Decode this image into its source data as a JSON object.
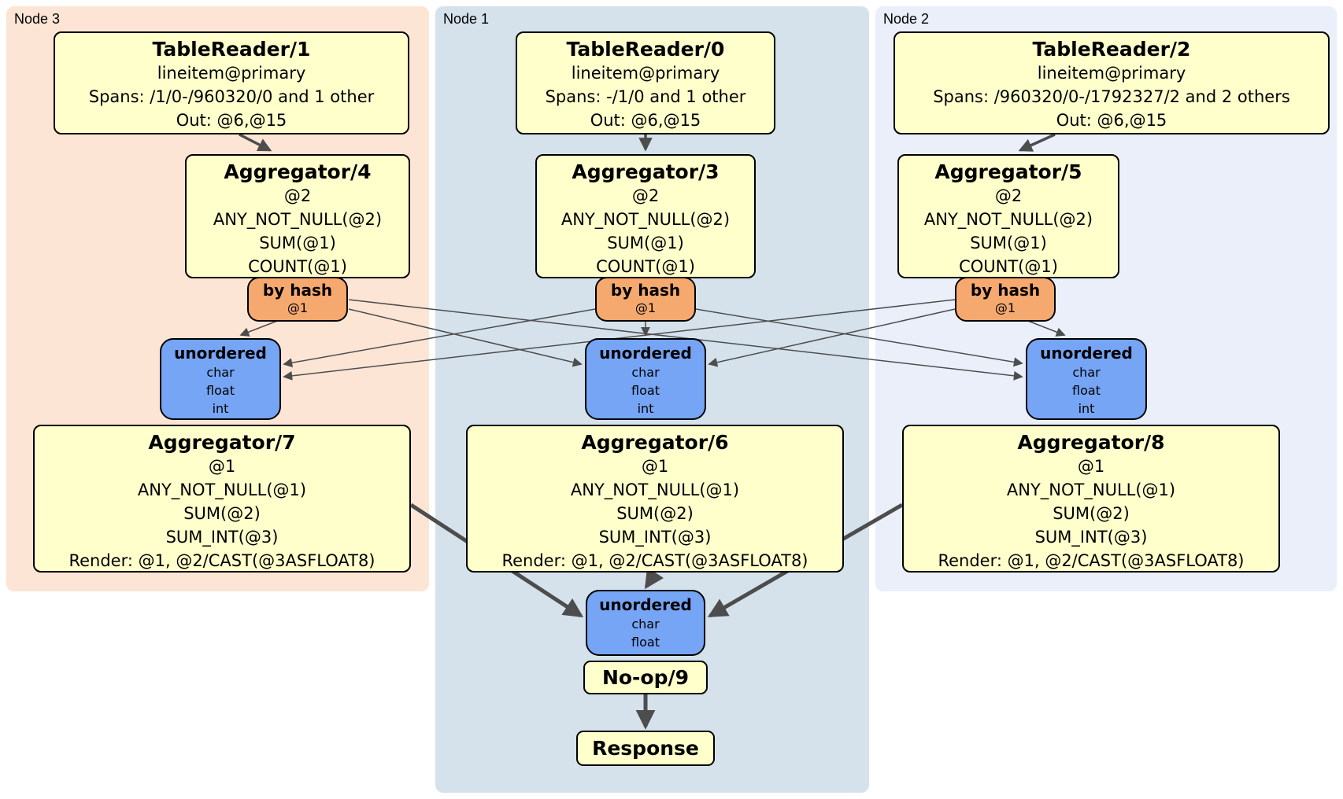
{
  "panels": [
    {
      "label": "Node 3"
    },
    {
      "label": "Node 1"
    },
    {
      "label": "Node 2"
    }
  ],
  "processors": {
    "tablereader1": {
      "title": "TableReader/1",
      "lines": [
        "lineitem@primary",
        "Spans: /1/0-/960320/0 and 1 other",
        "Out: @6,@15"
      ]
    },
    "tablereader0": {
      "title": "TableReader/0",
      "lines": [
        "lineitem@primary",
        "Spans: -/1/0 and 1 other",
        "Out: @6,@15"
      ]
    },
    "tablereader2": {
      "title": "TableReader/2",
      "lines": [
        "lineitem@primary",
        "Spans: /960320/0-/1792327/2 and 2 others",
        "Out: @6,@15"
      ]
    },
    "aggregator4": {
      "title": "Aggregator/4",
      "lines": [
        "@2",
        "ANY_NOT_NULL(@2)",
        "SUM(@1)",
        "COUNT(@1)"
      ]
    },
    "aggregator3": {
      "title": "Aggregator/3",
      "lines": [
        "@2",
        "ANY_NOT_NULL(@2)",
        "SUM(@1)",
        "COUNT(@1)"
      ]
    },
    "aggregator5": {
      "title": "Aggregator/5",
      "lines": [
        "@2",
        "ANY_NOT_NULL(@2)",
        "SUM(@1)",
        "COUNT(@1)"
      ]
    },
    "aggregator7": {
      "title": "Aggregator/7",
      "lines": [
        "@1",
        "ANY_NOT_NULL(@1)",
        "SUM(@2)",
        "SUM_INT(@3)",
        "Render: @1, @2/CAST(@3ASFLOAT8)"
      ]
    },
    "aggregator6": {
      "title": "Aggregator/6",
      "lines": [
        "@1",
        "ANY_NOT_NULL(@1)",
        "SUM(@2)",
        "SUM_INT(@3)",
        "Render: @1, @2/CAST(@3ASFLOAT8)"
      ]
    },
    "aggregator8": {
      "title": "Aggregator/8",
      "lines": [
        "@1",
        "ANY_NOT_NULL(@1)",
        "SUM(@2)",
        "SUM_INT(@3)",
        "Render: @1, @2/CAST(@3ASFLOAT8)"
      ]
    },
    "noop": {
      "title": "No-op/9"
    },
    "response": {
      "title": "Response"
    }
  },
  "routers": {
    "byhash3": {
      "title": "by hash",
      "lines": [
        "@1"
      ]
    },
    "byhash1": {
      "title": "by hash",
      "lines": [
        "@1"
      ]
    },
    "byhash2": {
      "title": "by hash",
      "lines": [
        "@1"
      ]
    }
  },
  "syncs": {
    "unordered3": {
      "title": "unordered",
      "lines": [
        "char",
        "float",
        "int"
      ]
    },
    "unordered1": {
      "title": "unordered",
      "lines": [
        "char",
        "float",
        "int"
      ]
    },
    "unordered2": {
      "title": "unordered",
      "lines": [
        "char",
        "float",
        "int"
      ]
    },
    "unorderedFinal": {
      "title": "unordered",
      "lines": [
        "char",
        "float"
      ]
    }
  },
  "edges": [
    {
      "from": "TableReader/1",
      "to": "Aggregator/4"
    },
    {
      "from": "TableReader/0",
      "to": "Aggregator/3"
    },
    {
      "from": "TableReader/2",
      "to": "Aggregator/5"
    },
    {
      "from": "by hash (Node 3)",
      "to": "unordered (Node 3)"
    },
    {
      "from": "by hash (Node 3)",
      "to": "unordered (Node 1)"
    },
    {
      "from": "by hash (Node 3)",
      "to": "unordered (Node 2)"
    },
    {
      "from": "by hash (Node 1)",
      "to": "unordered (Node 3)"
    },
    {
      "from": "by hash (Node 1)",
      "to": "unordered (Node 1)"
    },
    {
      "from": "by hash (Node 1)",
      "to": "unordered (Node 2)"
    },
    {
      "from": "by hash (Node 2)",
      "to": "unordered (Node 3)"
    },
    {
      "from": "by hash (Node 2)",
      "to": "unordered (Node 1)"
    },
    {
      "from": "by hash (Node 2)",
      "to": "unordered (Node 2)"
    },
    {
      "from": "Aggregator/7",
      "to": "unordered (final)"
    },
    {
      "from": "Aggregator/6",
      "to": "unordered (final)"
    },
    {
      "from": "Aggregator/8",
      "to": "unordered (final)"
    },
    {
      "from": "No-op/9",
      "to": "Response"
    }
  ],
  "colors": {
    "node3_panel": "#fce5d5",
    "node1_panel": "#d5e2ec",
    "node2_panel": "#eaeffa",
    "processor_box": "#ffffcc",
    "router_box": "#f6a96f",
    "sync_box": "#76a5f5",
    "edge": "#4d4d4d",
    "border": "#000000"
  }
}
